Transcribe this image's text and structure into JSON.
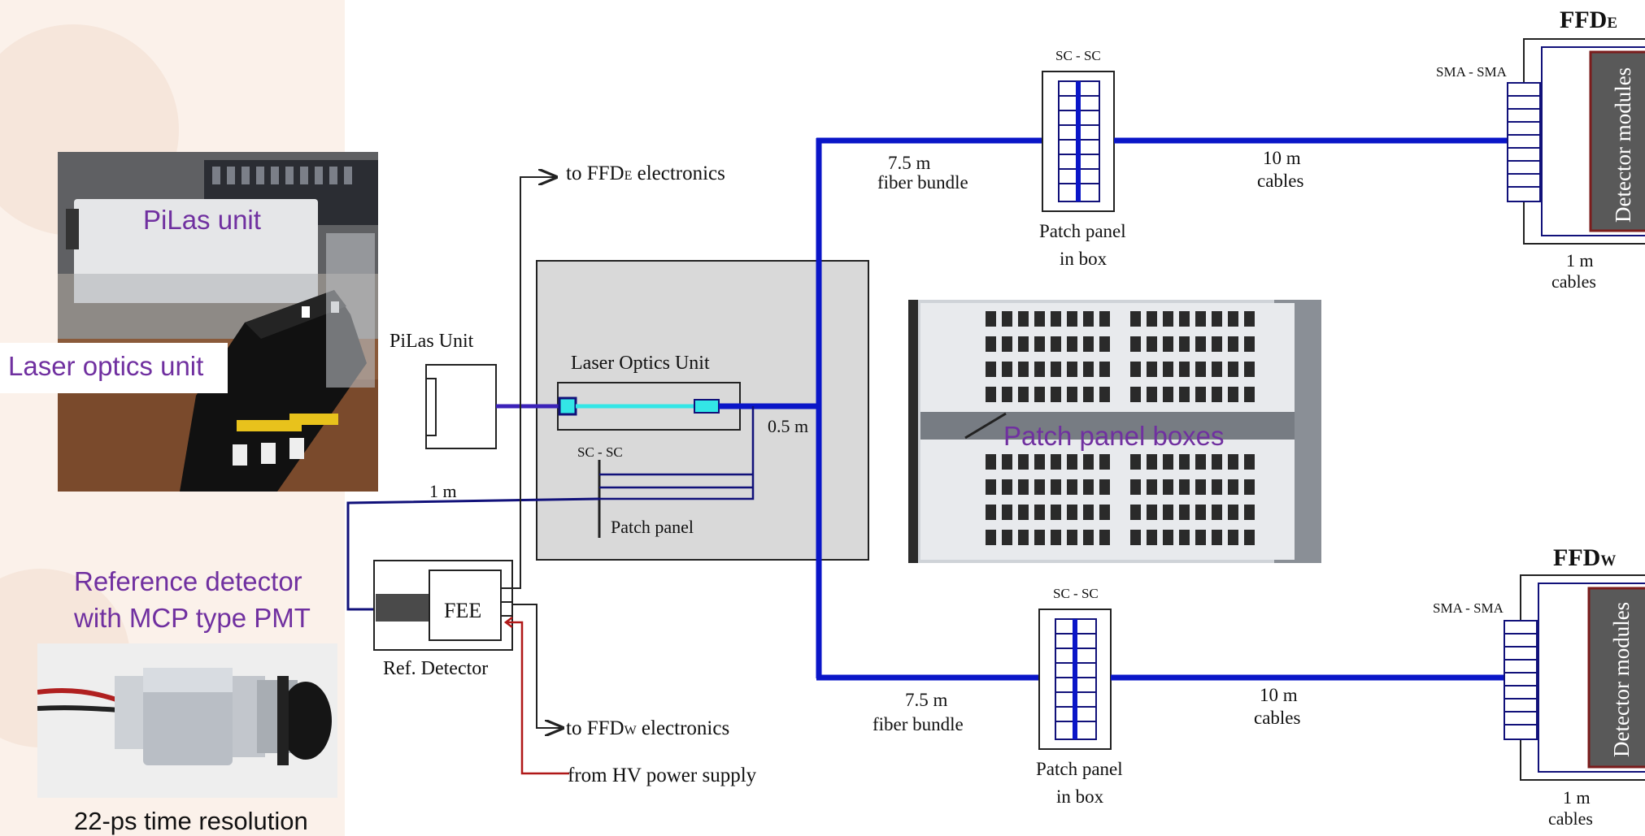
{
  "photos": {
    "pilas_unit_label": "PiLas unit",
    "laser_optics_unit_label": "Laser optics unit",
    "reference_detector_label_line1": "Reference detector",
    "reference_detector_label_line2": "with MCP type PMT",
    "time_resolution": "22-ps time resolution",
    "patch_panel_boxes_label": "Patch panel boxes"
  },
  "diagram": {
    "pilas_unit": "PiLas Unit",
    "laser_optics_unit": "Laser Optics Unit",
    "length_0_5m": "0.5 m",
    "sc_sc_left": "SC - SC",
    "patch_panel": "Patch panel",
    "length_1m": "1 m",
    "fee": "FEE",
    "ref_detector": "Ref. Detector",
    "to_ffde": {
      "prefix": "to FFD",
      "sub": "E",
      "suffix": " electronics"
    },
    "to_ffdw": {
      "prefix": "to FFD",
      "sub": "W",
      "suffix": " electronics"
    },
    "from_hv": "from HV power supply",
    "east": {
      "title_main": "FFD",
      "title_sub": "E",
      "sc_sc": "SC - SC",
      "fiber_length": "7.5 m",
      "fiber_label": "fiber bundle",
      "cable_length": "10 m",
      "cable_label": "cables",
      "patch_line1": "Patch panel",
      "patch_line2": "in box",
      "sma_sma": "SMA - SMA",
      "detector_modules": "Detector modules",
      "short_length": "1 m",
      "short_label": "cables"
    },
    "west": {
      "title_main": "FFD",
      "title_sub": "W",
      "sc_sc": "SC - SC",
      "fiber_length": "7.5 m",
      "fiber_label": "fiber bundle",
      "cable_length": "10 m",
      "cable_label": "cables",
      "patch_line1": "Patch panel",
      "patch_line2": "in box",
      "sma_sma": "SMA - SMA",
      "detector_modules": "Detector modules",
      "short_length": "1 m",
      "short_label": "cables"
    }
  },
  "colors": {
    "fiber_blue": "#0a16c8",
    "cable_navy": "#11117a",
    "laser_cyan": "#33e6e6",
    "hv_red": "#b01818",
    "label_purple": "#7030a0",
    "panel_gray": "#d9d9d9"
  }
}
